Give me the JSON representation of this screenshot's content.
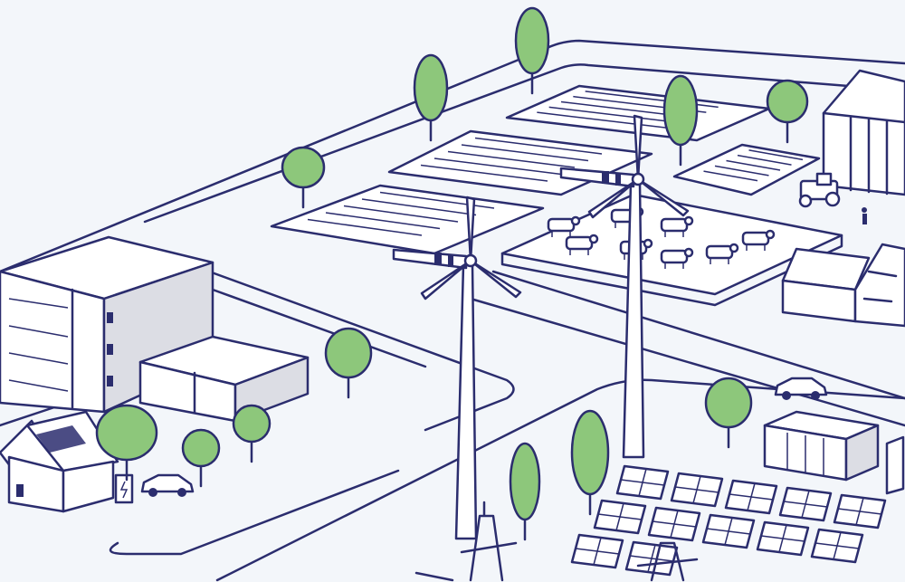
{
  "colors": {
    "background": "#f3f6fa",
    "outline": "#2b2d6e",
    "tree": "#8dc77b",
    "building_shade": "#dcdde4",
    "fill": "#ffffff"
  },
  "scene": {
    "trees": 12,
    "wind_turbines": 2,
    "solar_panels": 24,
    "cows": 8,
    "cars": 2
  }
}
